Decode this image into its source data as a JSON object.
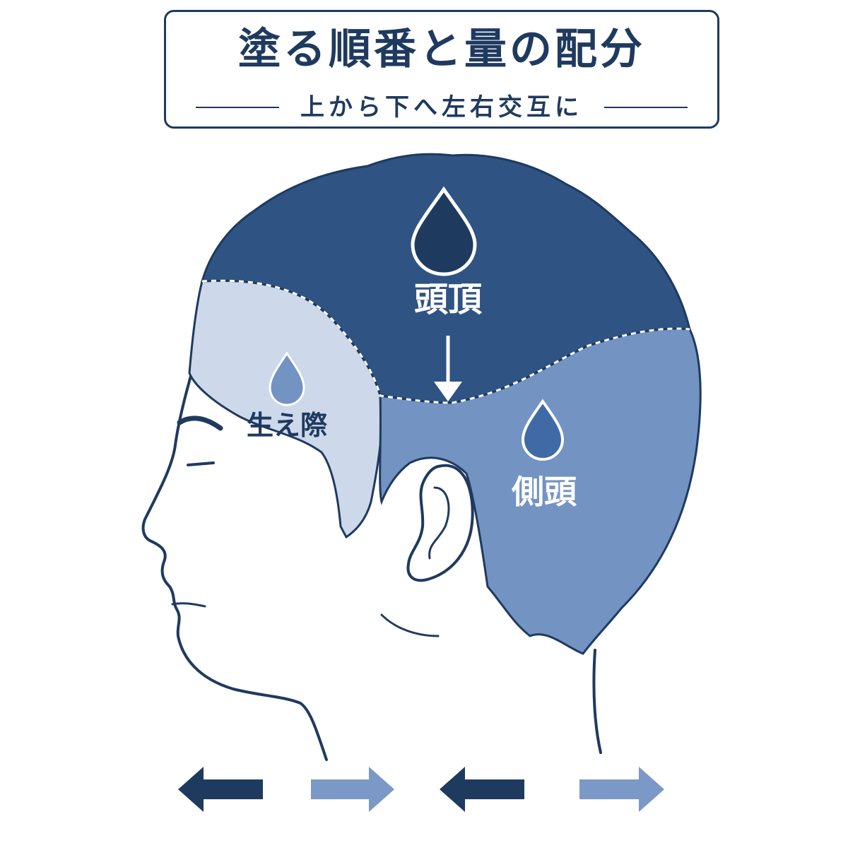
{
  "title": "塗る順番と量の配分",
  "subtitle": "上から下へ左右交互に",
  "zones": {
    "crown": {
      "label": "頭頂",
      "color": "#2f5382"
    },
    "hairline": {
      "label": "生え際",
      "color": "#cdd8ea"
    },
    "side": {
      "label": "側頭",
      "color": "#7393c2"
    }
  },
  "colors": {
    "outline": "#1f3a5f",
    "dark_arrow": "#1f3a5f",
    "light_arrow": "#7b98c6"
  }
}
